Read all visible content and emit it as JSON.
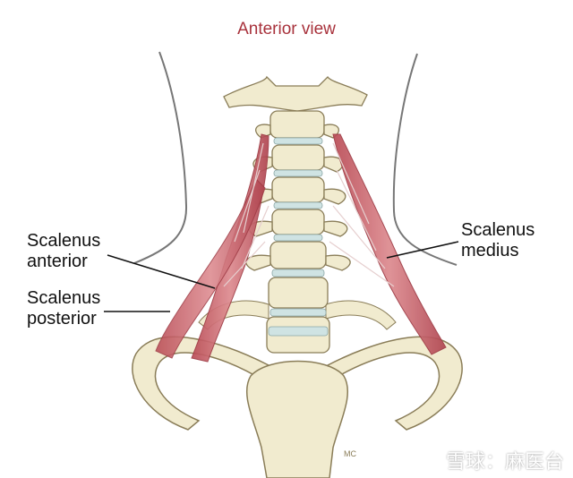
{
  "title": "Anterior view",
  "labels": {
    "scalenus_anterior": [
      "Scalenus",
      "anterior"
    ],
    "scalenus_posterior": [
      "Scalenus",
      "posterior"
    ],
    "scalenus_medius": [
      "Scalenus",
      "medius"
    ]
  },
  "signature": "MC",
  "watermark": "雪球：麻医台",
  "colors": {
    "title": "#a8323c",
    "bone_fill": "#f1ebcf",
    "bone_stroke": "#8a7d58",
    "disc": "#cfe3e3",
    "muscle": "#c9646a",
    "muscle_dark": "#9e3a44",
    "outline": "#777777"
  }
}
